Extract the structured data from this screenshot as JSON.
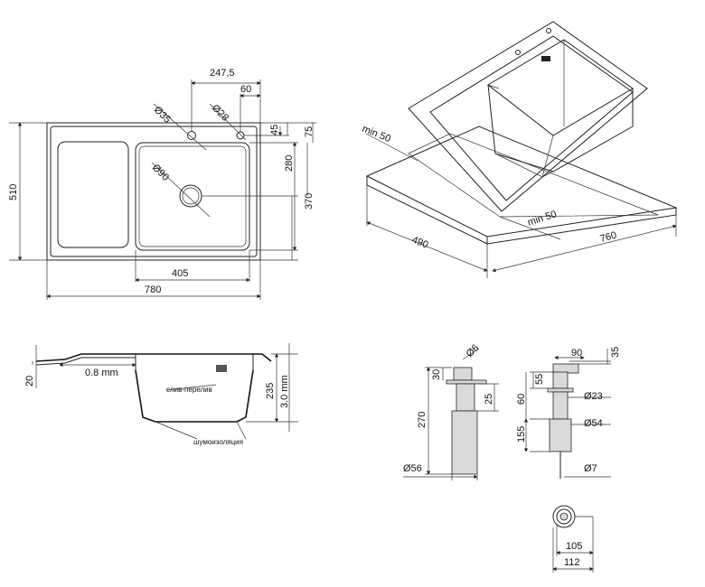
{
  "top_view": {
    "width": "780",
    "height": "510",
    "bowl_width": "405",
    "tap_offset": "247,5",
    "hole_gap": "60",
    "tap_hole": "Ø35",
    "soap_hole": "Ø28",
    "hole_top": "45",
    "top_margin": "75",
    "bowl_height": "280",
    "drain_offset": "370",
    "drain": "Ø90"
  },
  "iso_view": {
    "min_left": "min 50",
    "min_right": "min 50",
    "depth": "490",
    "length": "760"
  },
  "section_view": {
    "rim": "20",
    "thickness": "0.8 mm",
    "overflow_label": "слив-перелив",
    "insulation_label": "шумоизоляция",
    "depth": "235",
    "radius": "3.0 mm"
  },
  "dispenser_left": {
    "top": "30",
    "nozzle": "Ø6",
    "height": "270",
    "thread": "25",
    "base": "Ø56"
  },
  "dispenser_right": {
    "spout": "90",
    "spout_h": "35",
    "cap": "55",
    "body": "60",
    "neck": "Ø23",
    "shank": "155",
    "flange": "Ø54",
    "tube": "Ø7"
  },
  "drain_view": {
    "inner": "105",
    "outer": "112"
  }
}
